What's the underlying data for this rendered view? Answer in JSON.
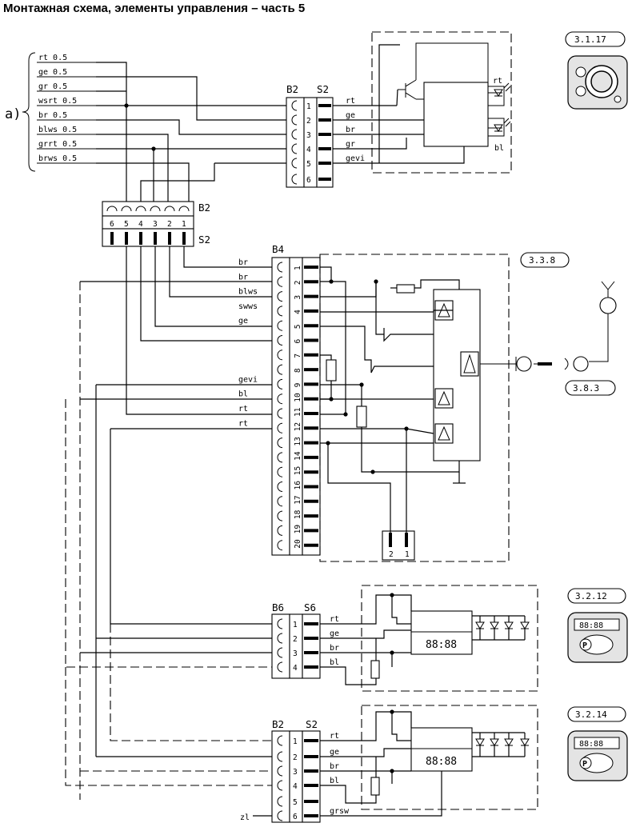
{
  "title": "Монтажная схема, элементы управления – часть 5",
  "group_label": "а)",
  "bundle_wires": [
    "rt 0.5",
    "ge 0.5",
    "gr 0.5",
    "wsrt 0.5",
    "br 0.5",
    "blws 0.5",
    "grrt 0.5",
    "brws 0.5"
  ],
  "connectors": {
    "top_b": "B2",
    "top_s": "S2",
    "mid_b": "B2",
    "mid_s": "S2",
    "b4": "B4",
    "b6": "B6",
    "s6": "S6",
    "bot_b": "B2",
    "bot_s": "S2"
  },
  "refs": {
    "r1": "3.1.17",
    "r2": "3.3.8",
    "r3": "3.8.3",
    "r4": "3.2.12",
    "r5": "3.2.14"
  },
  "top_module": {
    "wires": [
      "rt",
      "ge",
      "br",
      "gr",
      "gevi"
    ],
    "pins": [
      "1",
      "2",
      "3",
      "4",
      "5",
      "6"
    ],
    "led_labels": [
      "rt",
      "bl"
    ]
  },
  "mid_connector_pins": [
    "6",
    "5",
    "4",
    "3",
    "2",
    "1"
  ],
  "b4_module": {
    "pins": [
      "1",
      "2",
      "3",
      "4",
      "5",
      "6",
      "7",
      "8",
      "9",
      "10",
      "11",
      "12",
      "13",
      "14",
      "15",
      "16",
      "17",
      "18",
      "19",
      "20"
    ],
    "wires": [
      "br",
      "br",
      "blws",
      "swws",
      "ge",
      "gevi",
      "bl",
      "rt",
      "rt"
    ],
    "sub_connector": [
      "2",
      "1"
    ]
  },
  "display_module_1": {
    "pins": [
      "1",
      "2",
      "3",
      "4"
    ],
    "wires": [
      "rt",
      "ge",
      "br",
      "bl"
    ],
    "display": "88:88"
  },
  "display_module_2": {
    "pins": [
      "1",
      "2",
      "3",
      "4",
      "5",
      "6"
    ],
    "wires": [
      "rt",
      "ge",
      "br",
      "bl",
      "grsw"
    ],
    "display": "88:88",
    "ext_label": "zl"
  },
  "device_icons": {
    "panel_lcd_1": "88:88",
    "panel_lcd_2": "88:88",
    "p_button": "P"
  },
  "colors": {
    "ink": "#000000",
    "paper": "#ffffff",
    "panel_fill": "#e4e4e4"
  }
}
